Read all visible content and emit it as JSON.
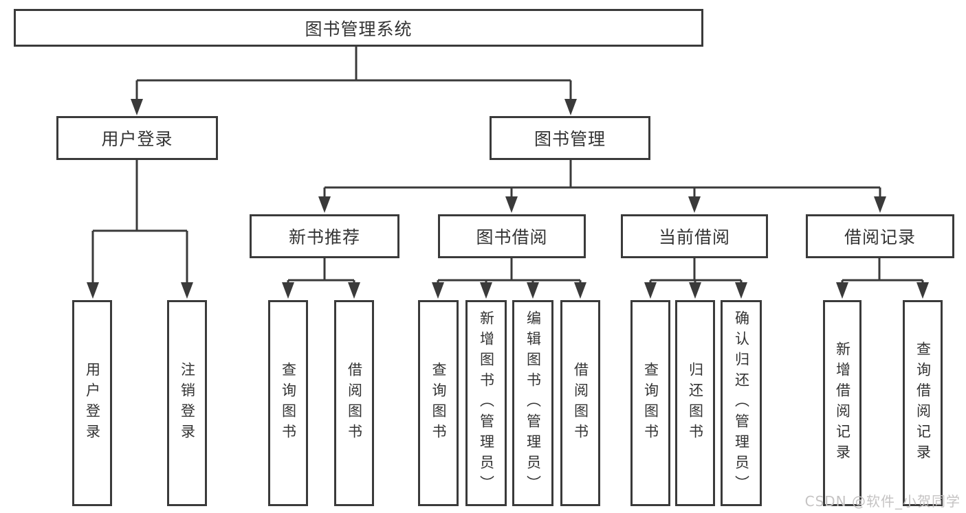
{
  "tree": {
    "label": "图书管理系统",
    "children": [
      {
        "label": "用户登录",
        "children": [
          {
            "label": "用户登录"
          },
          {
            "label": "注销登录"
          }
        ]
      },
      {
        "label": "图书管理",
        "children": [
          {
            "label": "新书推荐",
            "children": [
              {
                "label": "查询图书"
              },
              {
                "label": "借阅图书"
              }
            ]
          },
          {
            "label": "图书借阅",
            "children": [
              {
                "label": "查询图书"
              },
              {
                "label": "新增图书（管理员）"
              },
              {
                "label": "编辑图书（管理员）"
              },
              {
                "label": "借阅图书"
              }
            ]
          },
          {
            "label": "当前借阅",
            "children": [
              {
                "label": "查询图书"
              },
              {
                "label": "归还图书"
              },
              {
                "label": "确认归还（管理员）"
              }
            ]
          },
          {
            "label": "借阅记录",
            "children": [
              {
                "label": "新增借阅记录"
              },
              {
                "label": "查询借阅记录"
              }
            ]
          }
        ]
      }
    ]
  },
  "watermark": {
    "text": "CSDN @软件_小贺同学"
  },
  "colors": {
    "line": "#3a3a3a",
    "text": "#333333",
    "watermark": "#c5c3c3",
    "background": "#ffffff"
  }
}
